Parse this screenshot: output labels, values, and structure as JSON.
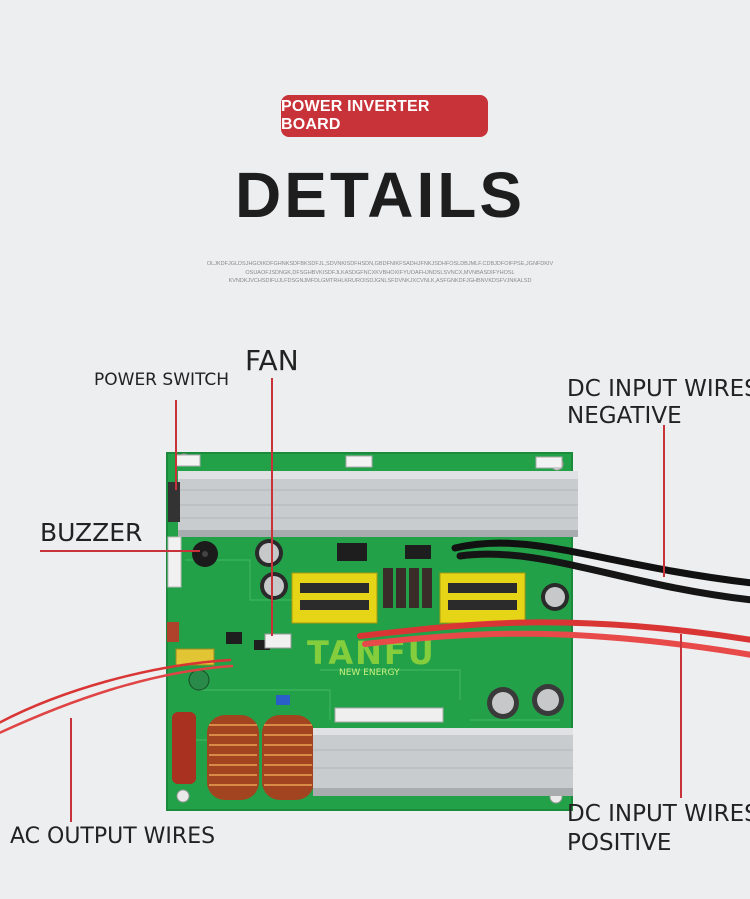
{
  "badge": "POWER INVERTER BOARD",
  "headline": "DETAILS",
  "subtext": [
    "OLJKDFJGLDSJHGOIKDFGHNKSDFBKSDFJL,SDVNKISDFHSDN,GBDFNIKFSADHJFNKJSDHFOSLDBJMLF.CDBJDFOIFPSE,JGNFDKIV",
    "OSUAOFJSDNGK,DFSGHBVKISDFJLKASDGFNCXKVBHOXIFYUOAFHJNDSLSVNCX,MVNBASDIFYHOSL",
    "KVNDKJVCHSDIFUJLFDSGNJMFDLGMTRHLKRUROISDJGNLSFDVNKJXCVNLK,ASFGNKDFJGHBNVKDSFVJNKALSD"
  ],
  "labels": {
    "fan": "FAN",
    "power_switch": "POWER SWITCH",
    "buzzer": "BUZZER",
    "dc_negative_line1": "DC INPUT WIRES",
    "dc_negative_line2": "NEGATIVE",
    "ac_output": "AC OUTPUT WIRES",
    "dc_positive_line1": "DC INPUT WIRES",
    "dc_positive_line2": "POSITIVE"
  },
  "watermark": {
    "logo": "TANFU",
    "tagline": "NEW ENERGY"
  },
  "colors": {
    "badge": "#c8333a",
    "pcb": "#23a149",
    "heatsink": "#c9ccce",
    "transformer": "#e6d417",
    "wire_red": "#e23a3a",
    "wire_black": "#111111",
    "logo": "#8fd33c"
  }
}
